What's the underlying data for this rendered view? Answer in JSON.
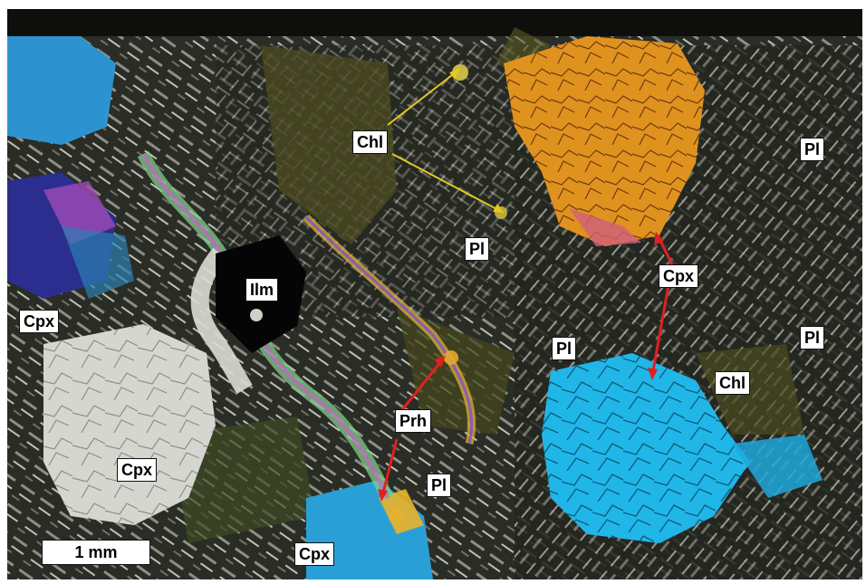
{
  "labels": {
    "chl_1": "Chl",
    "chl_2": "Chl",
    "pl_1": "Pl",
    "pl_2": "Pl",
    "pl_3": "Pl",
    "pl_4": "Pl",
    "pl_5": "Pl",
    "cpx_1": "Cpx",
    "cpx_2": "Cpx",
    "cpx_3": "Cpx",
    "cpx_4": "Cpx",
    "ilm": "Ilm",
    "prh": "Prh"
  },
  "scale_bar": "1 mm",
  "colors": {
    "yellow_arrow": "#e3c821",
    "red_arrow": "#e02020",
    "background": "#1c1e1a"
  }
}
